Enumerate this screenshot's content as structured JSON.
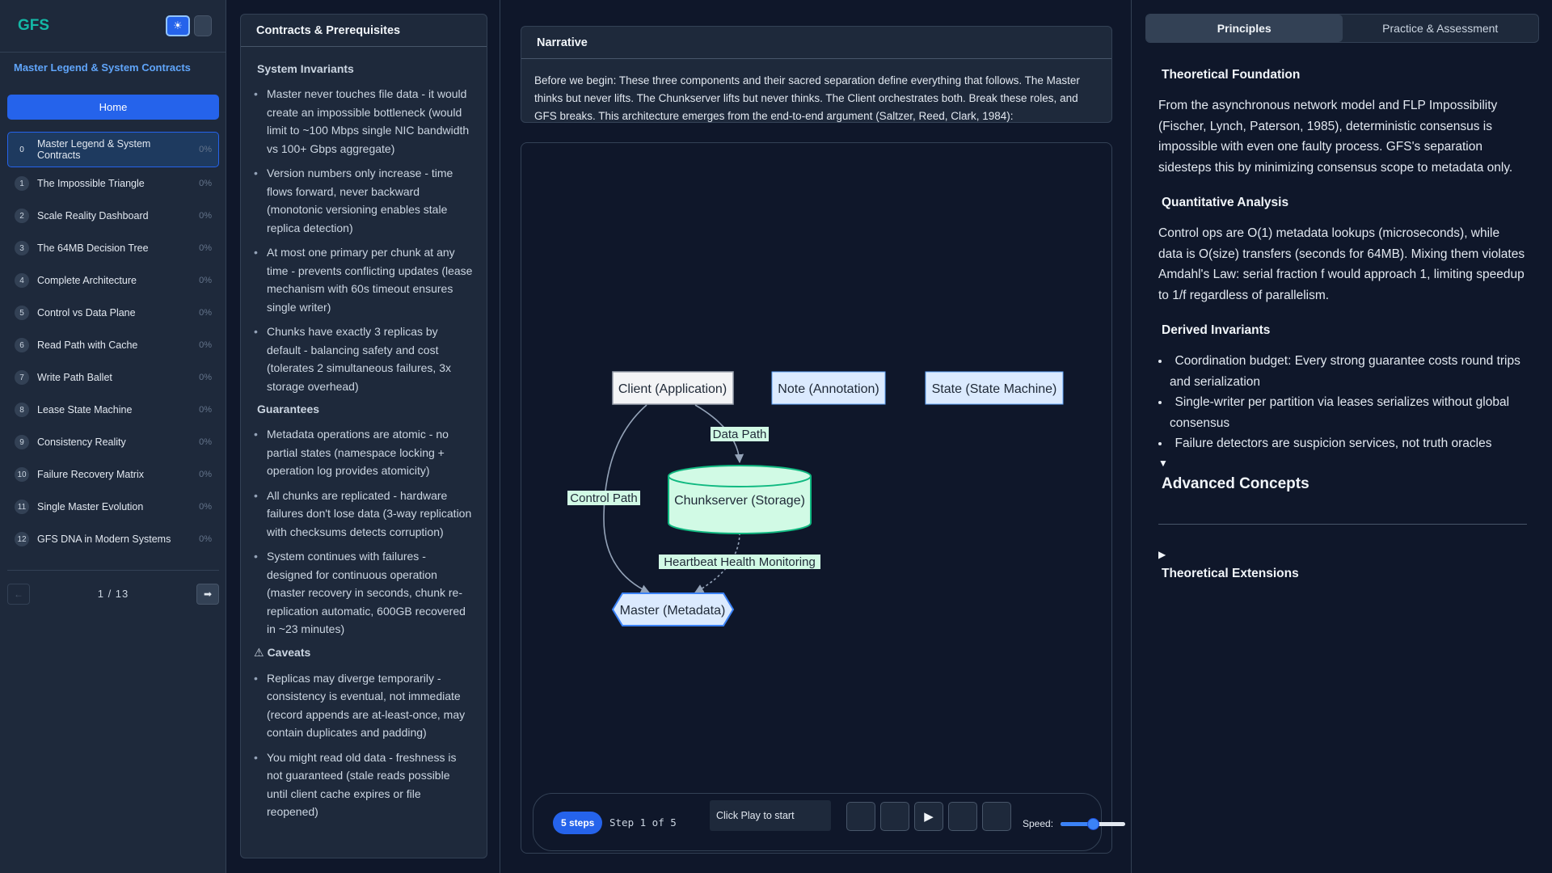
{
  "sidebar": {
    "brand": "GFS",
    "brand_icon": "",
    "theme_glyph": "☀",
    "util_glyph": "",
    "section_title": "Master Legend & System Contracts",
    "home_label": " Home",
    "items": [
      {
        "num": "0",
        "label": "Master Legend & System Contracts",
        "pct": "0%",
        "active": true
      },
      {
        "num": "1",
        "label": "The Impossible Triangle",
        "pct": "0%"
      },
      {
        "num": "2",
        "label": "Scale Reality Dashboard",
        "pct": "0%"
      },
      {
        "num": "3",
        "label": "The 64MB Decision Tree",
        "pct": "0%"
      },
      {
        "num": "4",
        "label": "Complete Architecture",
        "pct": "0%"
      },
      {
        "num": "5",
        "label": "Control vs Data Plane",
        "pct": "0%"
      },
      {
        "num": "6",
        "label": "Read Path with Cache",
        "pct": "0%"
      },
      {
        "num": "7",
        "label": "Write Path Ballet",
        "pct": "0%"
      },
      {
        "num": "8",
        "label": "Lease State Machine",
        "pct": "0%"
      },
      {
        "num": "9",
        "label": "Consistency Reality",
        "pct": "0%"
      },
      {
        "num": "10",
        "label": "Failure Recovery Matrix",
        "pct": "0%"
      },
      {
        "num": "11",
        "label": "Single Master Evolution",
        "pct": "0%"
      },
      {
        "num": "12",
        "label": "GFS DNA in Modern Systems",
        "pct": "0%"
      }
    ],
    "pager": {
      "text": "1 / 13",
      "prev": "←",
      "next": "➡"
    }
  },
  "contracts": {
    "title": "Contracts & Prerequisites",
    "icon": "",
    "sections": [
      {
        "icon": "",
        "title": "System Invariants",
        "items": [
          "Master never touches file data - it would create an impossible bottleneck (would limit to ~100 Mbps single NIC bandwidth vs 100+ Gbps aggregate)",
          "Version numbers only increase - time flows forward, never backward (monotonic versioning enables stale replica detection)",
          "At most one primary per chunk at any time - prevents conflicting updates (lease mechanism with 60s timeout ensures single writer)",
          "Chunks have exactly 3 replicas by default - balancing safety and cost (tolerates 2 simultaneous failures, 3x storage overhead)"
        ]
      },
      {
        "icon": "",
        "title": "Guarantees",
        "items": [
          "Metadata operations are atomic - no partial states (namespace locking + operation log provides atomicity)",
          "All chunks are replicated - hardware failures don't lose data (3-way replication with checksums detects corruption)",
          "System continues with failures - designed for continuous operation (master recovery in seconds, chunk re-replication automatic, 600GB recovered in ~23 minutes)"
        ]
      },
      {
        "icon": "⚠",
        "title": "Caveats",
        "items": [
          "Replicas may diverge temporarily - consistency is eventual, not immediate (record appends are at-least-once, may contain duplicates and padding)",
          "You might read old data - freshness is not guaranteed (stale reads possible until client cache expires or file reopened)"
        ]
      }
    ]
  },
  "narrative": {
    "icon": "",
    "title": "Narrative",
    "text": "Before we begin: These three components and their sacred separation define everything that follows. The Master thinks but never lifts. The Chunkserver lifts but never thinks. The Client orchestrates both. Break these roles, and GFS breaks. This architecture emerges from the end-to-end argument (Saltzer, Reed, Clark, 1984):"
  },
  "diagram": {
    "nodes": {
      "client": "Client (Application)",
      "note": "Note (Annotation)",
      "state": "State (State Machine)",
      "chunkserver": "Chunkserver (Storage)",
      "master": "Master (Metadata)"
    },
    "edges": {
      "data_path": "Data Path",
      "control_path": "Control Path",
      "heartbeat": "Heartbeat Health Monitoring"
    },
    "colors": {
      "client_fill": "#f3f4f6",
      "note_fill": "#dbeafe",
      "chunk_fill": "#d1fae5",
      "chunk_stroke": "#10b981",
      "master_fill": "#dbeafe",
      "master_stroke": "#3b82f6",
      "edge": "#94a3b8"
    }
  },
  "controls": {
    "steps_badge": "5 steps",
    "step_text": "Step 1 of 5",
    "hint": "Click Play to start",
    "buttons": [
      "",
      "",
      "▶",
      "",
      ""
    ],
    "speed_label": "Speed:",
    "speed_value": "2",
    "speed_level": 0.5
  },
  "right": {
    "tabs": [
      "Principles",
      "Practice & Assessment"
    ],
    "theory_icon": "",
    "theory_title": "Theoretical Foundation",
    "theory_text": "From the asynchronous network model and FLP Impossibility (Fischer, Lynch, Paterson, 1985), deterministic consensus is impossible with even one faulty process. GFS's separation sidesteps this by minimizing consensus scope to metadata only.",
    "quant_icon": "",
    "quant_title": "Quantitative Analysis",
    "quant_text": "Control ops are O(1) metadata lookups (microseconds), while data is O(size) transfers (seconds for 64MB). Mixing them violates Amdahl's Law: serial fraction f would approach 1, limiting speedup to 1/f regardless of parallelism.",
    "derived_icon": "",
    "derived_title": "Derived Invariants",
    "derived_items": [
      "Coordination budget: Every strong guarantee costs round trips and serialization",
      "Single-writer per partition via leases serializes without global consensus",
      "Failure detectors are suspicion services, not truth oracles"
    ],
    "toggle_open": "▼",
    "advanced_icon": "",
    "advanced_title": "Advanced Concepts",
    "toggle_closed": "▶",
    "ext_icon": "",
    "ext_title": "Theoretical Extensions"
  }
}
